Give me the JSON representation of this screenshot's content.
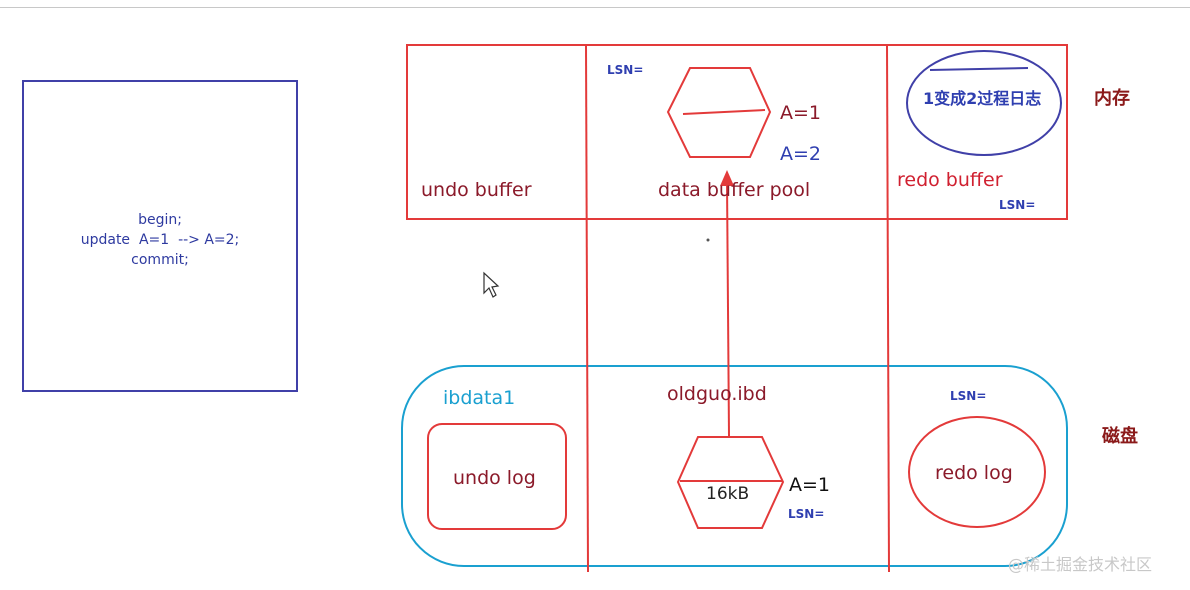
{
  "code": {
    "line1": "begin;",
    "line2": "update  A=1  --> A=2;",
    "line3": "commit;"
  },
  "memory": {
    "region_label": "内存",
    "undo_buffer": "undo buffer",
    "data_buffer_pool": "data buffer pool",
    "redo_buffer": "redo buffer",
    "lsn_pool": "LSN=",
    "lsn_redo_buffer": "LSN=",
    "page_value_old": "A=1",
    "page_value_new": "A=2",
    "redo_log_note": "1变成2过程日志"
  },
  "disk": {
    "region_label": "磁盘",
    "ibdata1": "ibdata1",
    "undo_log": "undo log",
    "table_file": "oldguo.ibd",
    "page_size": "16kB",
    "page_value": "A=1",
    "lsn_page": "LSN=",
    "lsn_redo_log": "LSN=",
    "redo_log": "redo log"
  },
  "watermark": "@稀土掘金技术社区",
  "colors": {
    "red": "#e33a3a",
    "blue": "#4040a8",
    "cyan": "#1aa0d0"
  }
}
